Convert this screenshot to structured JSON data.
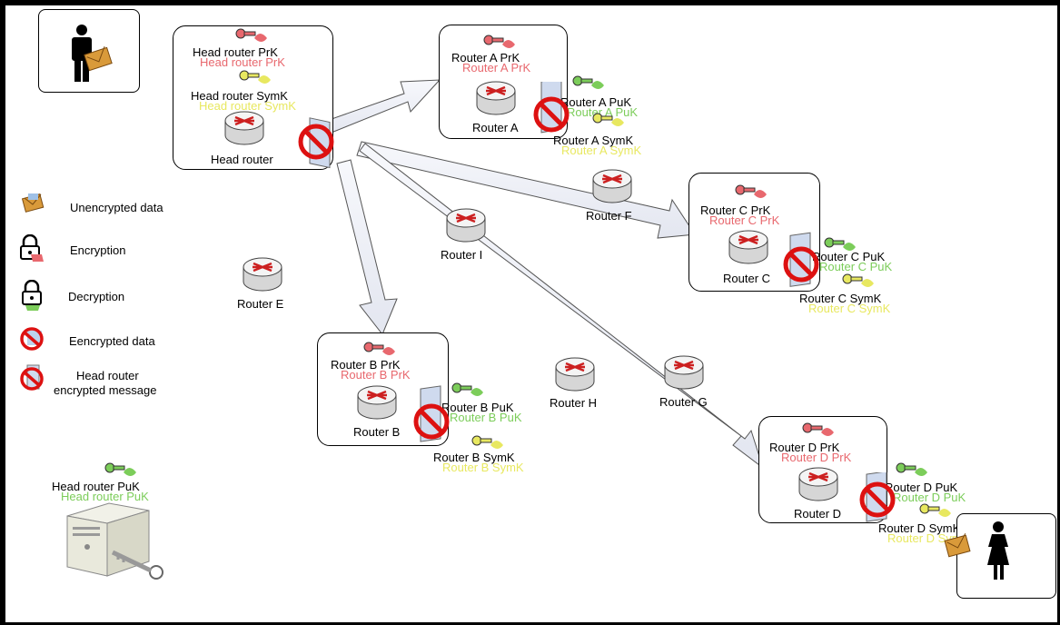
{
  "colors": {
    "private_key": "#e8686e",
    "public_key": "#7ccd5a",
    "sym_key": "#e8e860",
    "router_arrow": "#cc2020",
    "forbid": "#dd1111",
    "flow_arrow_fill": "#eef0f7"
  },
  "legend": {
    "unencrypted": "Unencrypted data",
    "encryption": "Encryption",
    "decryption": "Decryption",
    "encrypted": "Eencrypted data",
    "head_msg_line1": "Head router",
    "head_msg_line2": "encrypted message"
  },
  "head": {
    "prk": "Head router PrK",
    "symk": "Head router SymK",
    "name": "Head router"
  },
  "router_a": {
    "prk": "Router A PrK",
    "name": "Router A",
    "puk": "Router A PuK",
    "symk": "Router A SymK"
  },
  "router_b": {
    "prk": "Router B PrK",
    "name": "Router B",
    "puk": "Router B PuK",
    "symk": "Router B SymK"
  },
  "router_c": {
    "prk": "Router C PrK",
    "name": "Router C",
    "puk": "Router C PuK",
    "symk": "Router C SymK"
  },
  "router_d": {
    "prk": "Router D PrK",
    "name": "Router D",
    "puk": "Router D PuK",
    "symk": "Router D SymK"
  },
  "routers": {
    "e": "Router E",
    "f": "Router F",
    "g": "Router G",
    "h": "Router H",
    "i": "Router I"
  },
  "server": {
    "puk": "Head router PuK"
  },
  "icons": [
    "male-user-icon",
    "female-user-icon",
    "router-icon",
    "key-icon",
    "envelope-icon",
    "padlock-icon",
    "forbidden-icon",
    "server-icon"
  ]
}
